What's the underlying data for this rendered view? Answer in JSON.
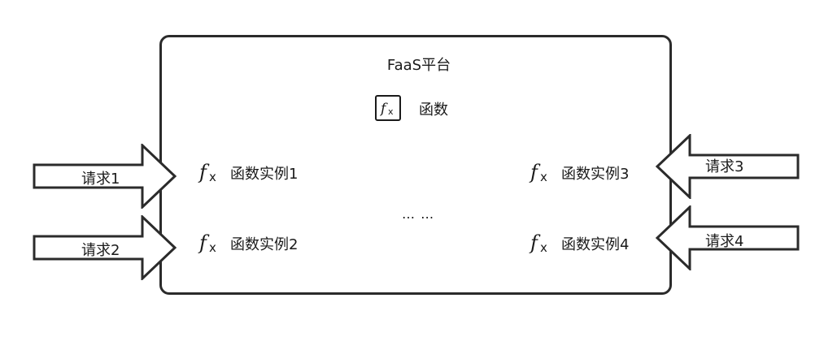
{
  "platform": {
    "title": "FaaS平台",
    "function_label": "函数",
    "function_icon": "function-fx-boxed-icon"
  },
  "instances": [
    {
      "label": "函数实例1",
      "icon": "function-fx-icon"
    },
    {
      "label": "函数实例2",
      "icon": "function-fx-icon"
    },
    {
      "label": "函数实例3",
      "icon": "function-fx-icon"
    },
    {
      "label": "函数实例4",
      "icon": "function-fx-icon"
    }
  ],
  "ellipsis": "… …",
  "requests": [
    {
      "label": "请求1",
      "direction": "right"
    },
    {
      "label": "请求2",
      "direction": "right"
    },
    {
      "label": "请求3",
      "direction": "left"
    },
    {
      "label": "请求4",
      "direction": "left"
    }
  ],
  "colors": {
    "stroke": "#2b2b2b",
    "background": "#ffffff"
  }
}
